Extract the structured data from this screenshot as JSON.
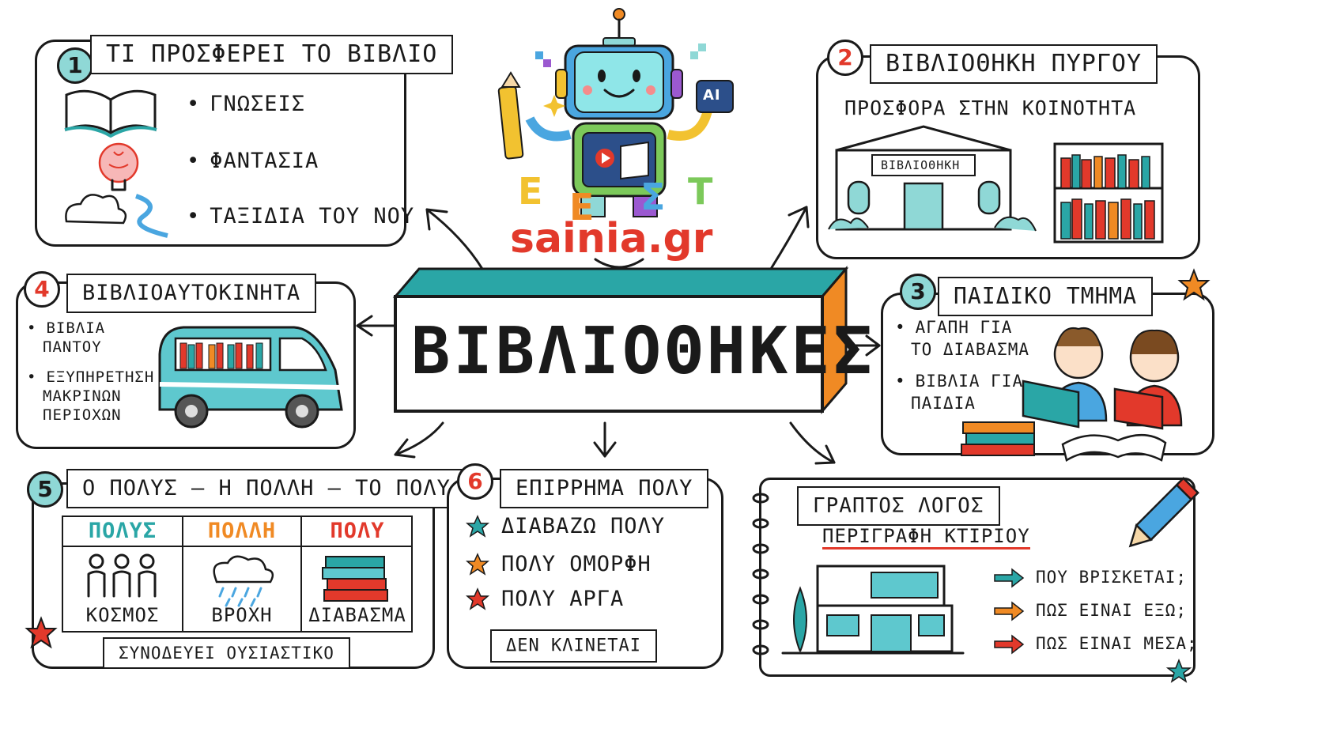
{
  "logo": {
    "letters": [
      "Ε",
      "Ε",
      "Σ",
      "Τ"
    ],
    "site": "sainia.gr",
    "chip": "AI"
  },
  "center": {
    "title": "ΒΙΒΛΙΟΘΗΚΕΣ"
  },
  "box1": {
    "number": "1",
    "title": "ΤΙ ΠΡΟΣΦΕΡΕΙ ΤΟ ΒΙΒΛΙΟ",
    "items": [
      "ΓΝΩΣΕΙΣ",
      "ΦΑΝΤΑΣΙΑ",
      "ΤΑΞΙΔΙΑ ΤΟΥ ΝΟΥ"
    ]
  },
  "box2": {
    "number": "2",
    "title": "ΒΙΒΛΙΟΘΗΚΗ ΠΥΡΓΟΥ",
    "subtitle": "ΠΡΟΣΦΟΡΑ ΣΤΗΝ ΚΟΙΝΟΤΗΤΑ",
    "building_sign": "ΒΙΒΛΙΟΘΗΚΗ"
  },
  "box3": {
    "number": "3",
    "title": "ΠΑΙΔΙΚΟ ΤΜΗΜΑ",
    "items": [
      [
        "ΑΓΑΠΗ ΓΙΑ",
        "ΤΟ ΔΙΑΒΑΣΜΑ"
      ],
      [
        "ΒΙΒΛΙΑ ΓΙΑ",
        "ΠΑΙΔΙΑ"
      ]
    ]
  },
  "box4": {
    "number": "4",
    "title": "ΒΙΒΛΙΟΑΥΤΟΚΙΝΗΤΑ",
    "items": [
      [
        "ΒΙΒΛΙΑ",
        "ΠΑΝΤΟΥ"
      ],
      [
        "ΕΞΥΠΗΡΕΤΗΣΗ",
        "ΜΑΚΡΙΝΩΝ",
        "ΠΕΡΙΟΧΩΝ"
      ]
    ]
  },
  "box5": {
    "number": "5",
    "title": "Ο ΠΟΛΥΣ – Η ΠΟΛΛΗ – ΤΟ ΠΟΛΥ",
    "columns": [
      {
        "header": "ΠΟΛΥΣ",
        "color": "#2aa6a6",
        "word": "ΚΟΣΜΟΣ"
      },
      {
        "header": "ΠΟΛΛΗ",
        "color": "#f08a24",
        "word": "ΒΡΟΧΗ"
      },
      {
        "header": "ΠΟΛΥ",
        "color": "#e2392b",
        "word": "ΔΙΑΒΑΣΜΑ"
      }
    ],
    "footer": "ΣΥΝΟΔΕΥΕΙ ΟΥΣΙΑΣΤΙΚΟ"
  },
  "box6": {
    "number": "6",
    "title": "ΕΠΙΡΡΗΜΑ ΠΟΛΥ",
    "items": [
      {
        "text": "ΔΙΑΒΑΖΩ ΠΟΛΥ",
        "star_color": "#2aa6a6"
      },
      {
        "text": "ΠΟΛΥ ΟΜΟΡΦΗ",
        "star_color": "#f08a24"
      },
      {
        "text": "ΠΟΛΥ ΑΡΓΑ",
        "star_color": "#e2392b"
      }
    ],
    "footer": "ΔΕΝ ΚΛΙΝΕΤΑΙ"
  },
  "box7": {
    "title": "ΓΡΑΠΤΟΣ ΛΟΓΟΣ",
    "subtitle": "ΠΕΡΙΓΡΑΦΗ ΚΤΙΡΙΟΥ",
    "questions": [
      {
        "text": "ΠΟΥ ΒΡΙΣΚΕΤΑΙ;",
        "arrow_color": "#2aa6a6"
      },
      {
        "text": "ΠΩΣ ΕΙΝΑΙ ΕΞΩ;",
        "arrow_color": "#f08a24"
      },
      {
        "text": "ΠΩΣ ΕΙΝΑΙ ΜΕΣΑ;",
        "arrow_color": "#e2392b"
      }
    ]
  },
  "colors": {
    "teal": "#2aa6a6",
    "orange": "#f08a24",
    "red": "#e2392b",
    "ink": "#1a1a1a"
  }
}
